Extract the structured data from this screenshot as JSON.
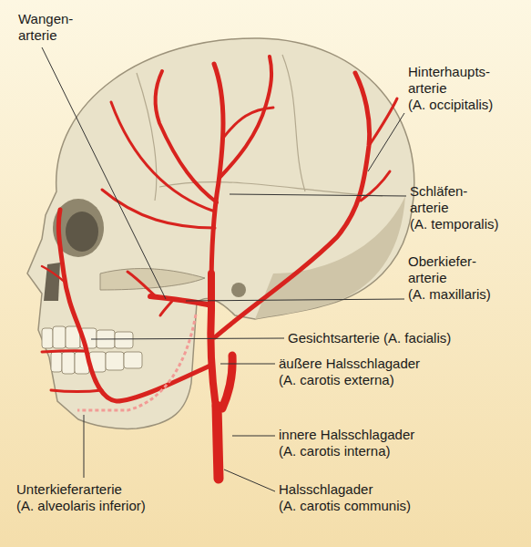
{
  "diagram": {
    "labels": [
      "Wangen- arterie",
      "Hinterhaupts- arterie (A. occipitalis)",
      "Schläfen- arterie (A. temporalis)",
      "Oberkiefer- arterie (A. maxillaris)",
      "Gesichtsarterie (A. facialis)",
      "äußere Halsschlagader (A. carotis externa)",
      "innere Halsschlagader (A. carotis interna)",
      "Halsschlagader (A. carotis communis)",
      "Unterkieferarterie (A. alveolaris inferior)"
    ]
  }
}
